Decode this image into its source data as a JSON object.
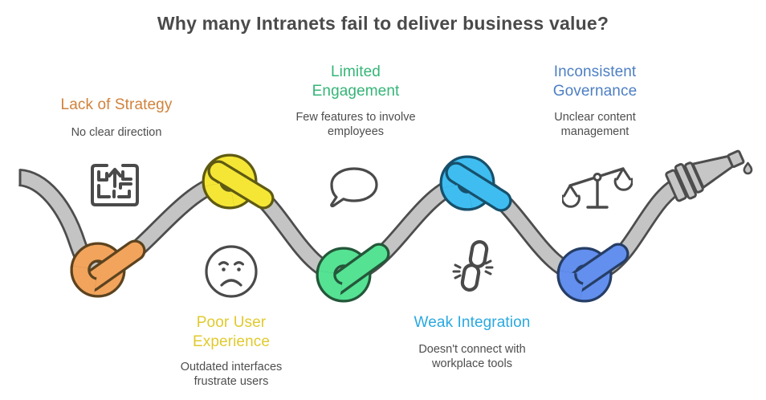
{
  "title": "Why many Intranets fail to deliver business value?",
  "title_color": "#4a4a4a",
  "hose": {
    "fill": "#c4c4c4",
    "outline": "#4d4d4d",
    "end_icon": "nozzle-icon",
    "drip_icon": "droplet-icon"
  },
  "items": [
    {
      "id": "lack-of-strategy",
      "label": "Lack of Strategy",
      "description": "No clear direction",
      "color": "#d0823c",
      "icon": "maze-icon",
      "knot": {
        "fill": "#f2a45c",
        "outline": "#5c431f"
      }
    },
    {
      "id": "poor-user-experience",
      "label": "Poor User Experience",
      "description": "Outdated interfaces frustrate users",
      "color": "#e0ca2f",
      "icon": "sad-face-icon",
      "knot": {
        "fill": "#f5e636",
        "outline": "#5f5a12"
      }
    },
    {
      "id": "limited-engagement",
      "label": "Limited Engagement",
      "description": "Few features to involve employees",
      "color": "#35b577",
      "icon": "speech-bubble-icon",
      "knot": {
        "fill": "#55e293",
        "outline": "#24573a"
      }
    },
    {
      "id": "weak-integration",
      "label": "Weak Integration",
      "description": "Doesn't connect with workplace tools",
      "color": "#2aa9e0",
      "icon": "broken-link-icon",
      "knot": {
        "fill": "#3fbdf1",
        "outline": "#17506b"
      }
    },
    {
      "id": "inconsistent-governance",
      "label": "Inconsistent Governance",
      "description": "Unclear content management",
      "color": "#4d7fc3",
      "icon": "scales-icon",
      "knot": {
        "fill": "#638fee",
        "outline": "#263e66"
      }
    }
  ]
}
